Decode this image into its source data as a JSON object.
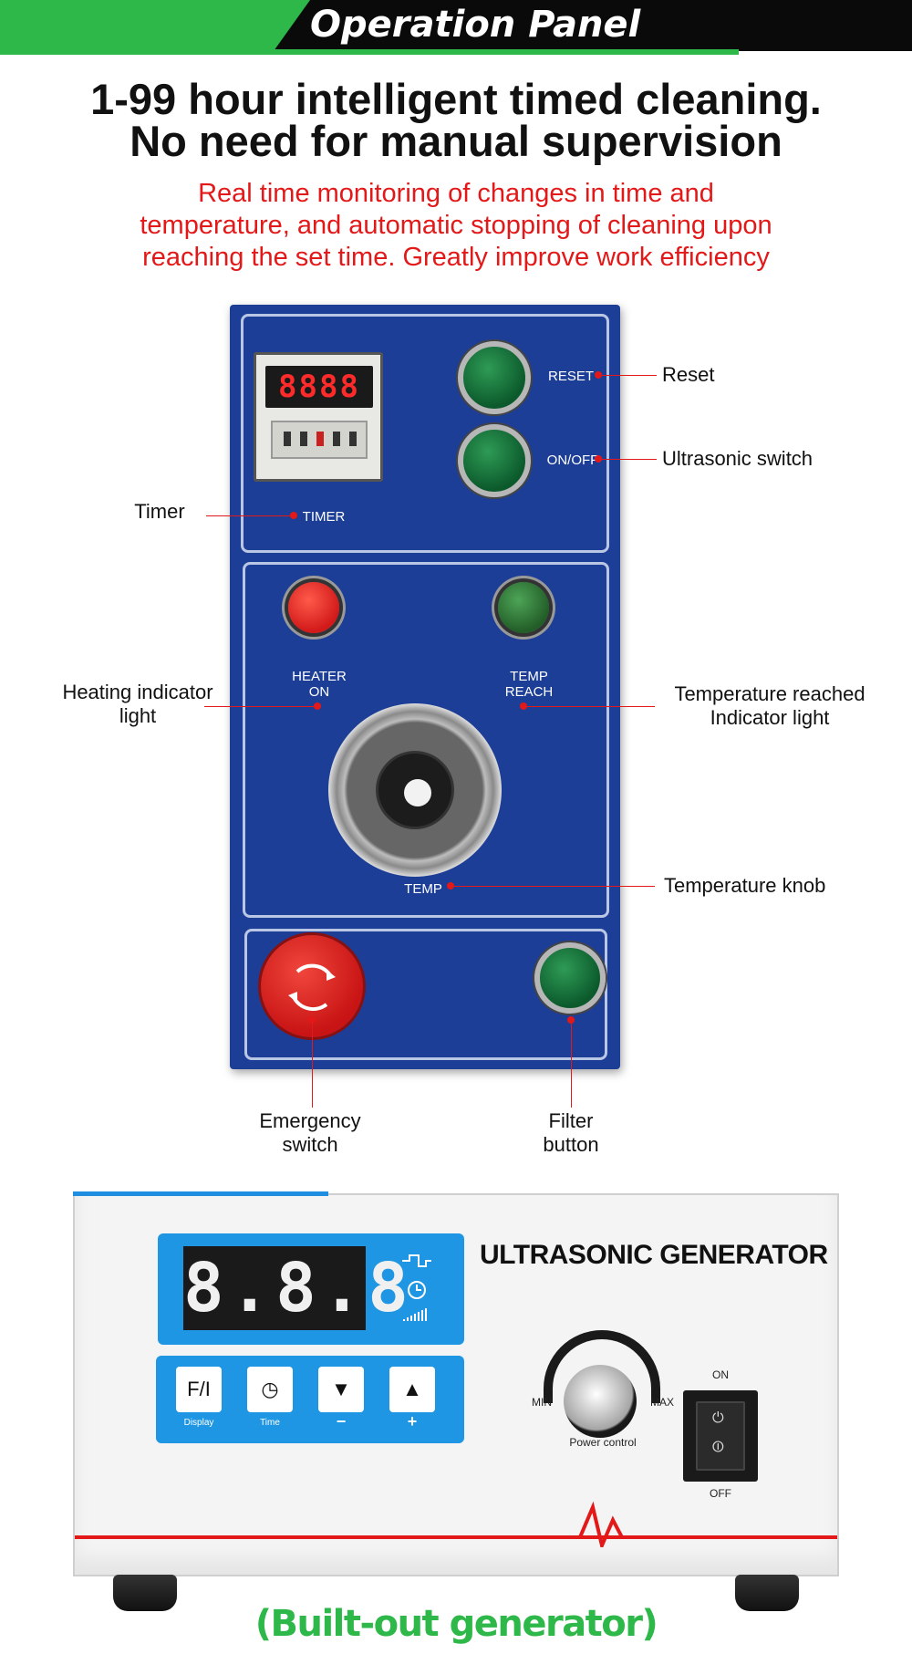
{
  "banner": {
    "title": "Operation Panel"
  },
  "headline": {
    "line1": "1-99 hour intelligent timed cleaning.",
    "line2": "No need for manual supervision"
  },
  "subtext": {
    "line1": "Real time monitoring of changes in time and",
    "line2": "temperature, and automatic stopping of cleaning upon",
    "line3": "reaching the set time. Greatly improve work efficiency"
  },
  "panel": {
    "timer_display": "8888",
    "labels": {
      "reset": "RESET",
      "onoff": "ON/OFF",
      "timer": "TIMER",
      "heater_on_1": "HEATER",
      "heater_on_2": "ON",
      "temp_reach_1": "TEMP",
      "temp_reach_2": "REACH",
      "temp": "TEMP"
    },
    "colors": {
      "panel": "#1c3e96",
      "callout_line": "#e31818",
      "green_button": "#0c5a2c",
      "red_lamp": "#e21e1e",
      "green_lamp": "#2f7c36"
    }
  },
  "callouts": {
    "reset": "Reset",
    "ultrasonic_switch": "Ultrasonic switch",
    "timer": "Timer",
    "heating_indicator_1": "Heating indicator",
    "heating_indicator_2": "light",
    "temp_reached_1": "Temperature reached",
    "temp_reached_2": "Indicator light",
    "temperature_knob": "Temperature knob",
    "emergency_1": "Emergency",
    "emergency_2": "switch",
    "filter_1": "Filter",
    "filter_2": "button"
  },
  "generator": {
    "title": "ULTRASONIC GENERATOR",
    "display": "8.8.8",
    "keys": [
      {
        "label": "F/I",
        "caption": "Display"
      },
      {
        "label": "◷",
        "caption": "Time"
      },
      {
        "label": "▼",
        "caption": "−"
      },
      {
        "label": "▲",
        "caption": "+"
      }
    ],
    "min_label": "MIN",
    "max_label": "MAX",
    "power_label": "Power control",
    "on_label": "ON",
    "off_label": "OFF"
  },
  "caption": "(Built-out generator)"
}
